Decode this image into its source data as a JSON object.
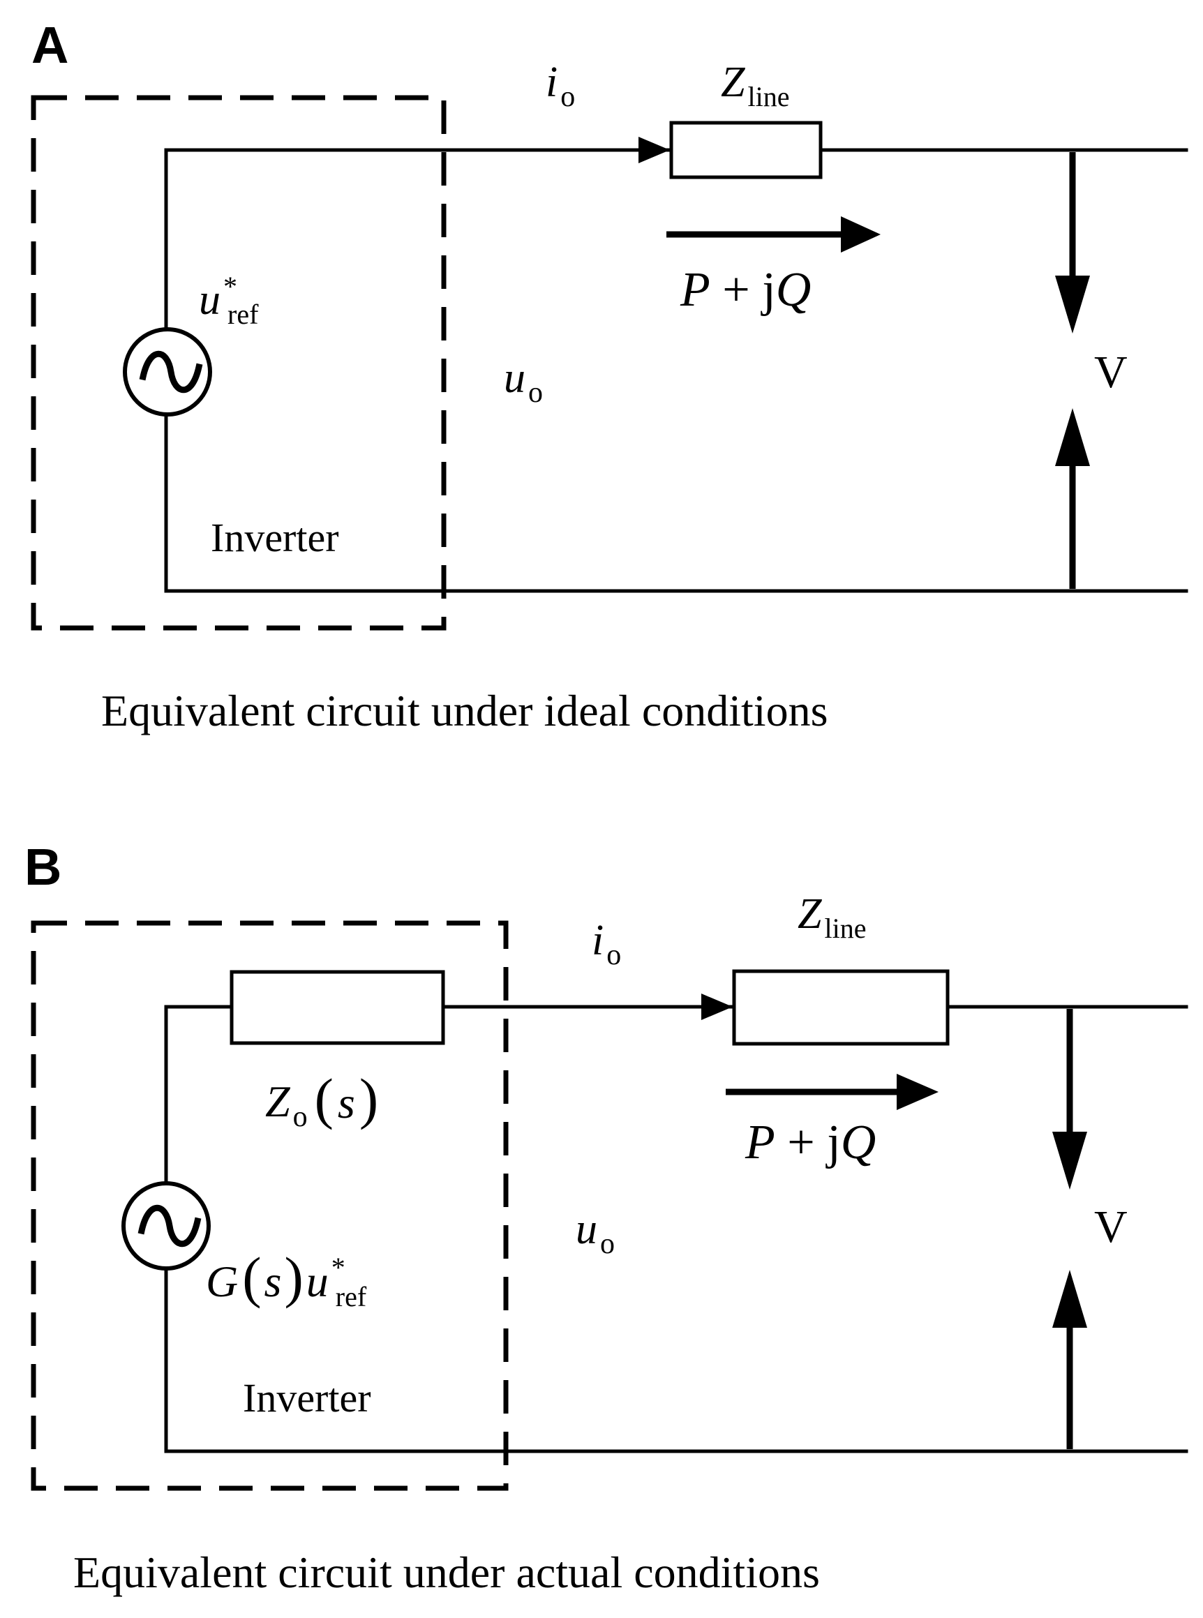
{
  "panels": [
    {
      "letter": "A",
      "caption": "Equivalent circuit under ideal conditions",
      "box_label": "Inverter",
      "current": {
        "sym": "i",
        "sub": "o"
      },
      "line_impedance": {
        "sym": "Z",
        "sub": "line"
      },
      "power": {
        "p": "P",
        "op": " + j",
        "q": "Q"
      },
      "source": {
        "sym": "u",
        "sup": "*",
        "sub": "ref"
      },
      "output_voltage": {
        "sym": "u",
        "sub": "o"
      },
      "voltage": "V"
    },
    {
      "letter": "B",
      "caption": "Equivalent circuit under actual conditions",
      "box_label": "Inverter",
      "current": {
        "sym": "i",
        "sub": "o"
      },
      "line_impedance": {
        "sym": "Z",
        "sub": "line"
      },
      "output_impedance": {
        "sym": "Z",
        "sub": "o",
        "arg": "s"
      },
      "power": {
        "p": "P",
        "op": " + j",
        "q": "Q"
      },
      "source": {
        "gain": "G",
        "arg": "s",
        "sym": "u",
        "sup": "*",
        "sub": "ref"
      },
      "output_voltage": {
        "sym": "u",
        "sub": "o"
      },
      "voltage": "V"
    }
  ]
}
